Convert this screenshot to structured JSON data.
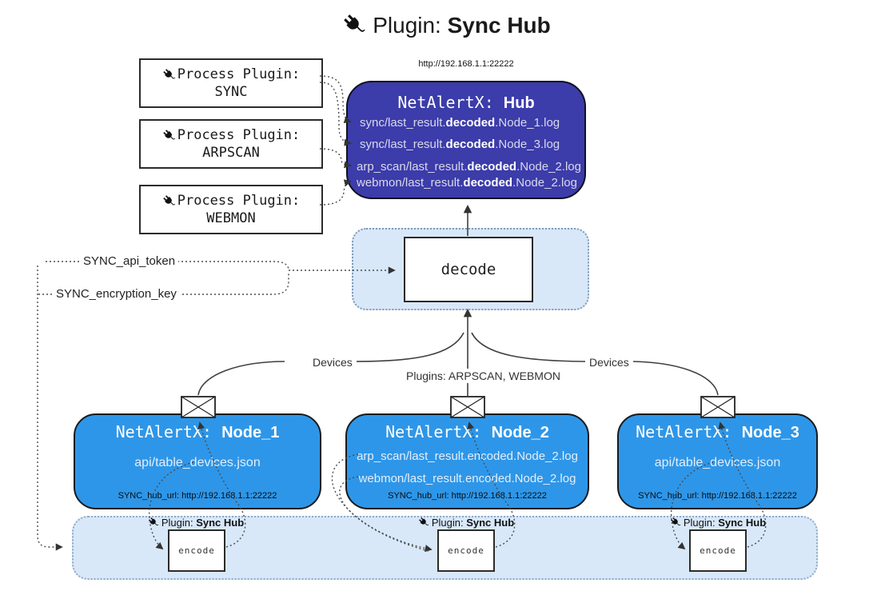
{
  "title": {
    "prefix": "Plugin:",
    "name": "Sync Hub"
  },
  "process_plugins": [
    {
      "label": "Process Plugin:",
      "name": "SYNC"
    },
    {
      "label": "Process Plugin:",
      "name": "ARPSCAN"
    },
    {
      "label": "Process Plugin:",
      "name": "WEBMON"
    }
  ],
  "hub": {
    "url": "http://192.168.1.1:22222",
    "title_prefix": "NetAlertX: ",
    "title_name": "Hub",
    "lines": [
      {
        "pre": "sync/last_result.",
        "bold": "decoded",
        "post": ".Node_1.log"
      },
      {
        "pre": "sync/last_result.",
        "bold": "decoded",
        "post": ".Node_3.log"
      },
      {
        "pre": "arp_scan/last_result.",
        "bold": "decoded",
        "post": ".Node_2.log"
      },
      {
        "pre": "webmon/last_result.",
        "bold": "decoded",
        "post": ".Node_2.log"
      }
    ]
  },
  "decode_label": "decode",
  "config": {
    "api_token": "SYNC_api_token",
    "encryption_key": "SYNC_encryption_key"
  },
  "edge_labels": {
    "devices_left": "Devices",
    "devices_right": "Devices",
    "plugins_middle": "Plugins: ARPSCAN, WEBMON"
  },
  "nodes": [
    {
      "title_prefix": "NetAlertX: ",
      "title_name": "Node_1",
      "files": [
        "api/table_devices.json"
      ],
      "hub_url": "SYNC_hub_url: http://192.168.1.1:22222"
    },
    {
      "title_prefix": "NetAlertX: ",
      "title_name": "Node_2",
      "files": [
        "arp_scan/last_result.encoded.Node_2.log",
        "webmon/last_result.encoded.Node_2.log"
      ],
      "hub_url": "SYNC_hub_url: http://192.168.1.1:22222"
    },
    {
      "title_prefix": "NetAlertX: ",
      "title_name": "Node_3",
      "files": [
        "api/table_devices.json"
      ],
      "hub_url": "SYNC_hub_url: http://192.168.1.1:22222"
    }
  ],
  "band": {
    "plugin_prefix": "Plugin: ",
    "plugin_name": "Sync Hub",
    "encode_label": "encode"
  },
  "colors": {
    "hub_fill": "#3c3caa",
    "node_fill": "#2e96e8",
    "panel_fill": "#d8e8f9",
    "line": "#3f3f3f"
  }
}
